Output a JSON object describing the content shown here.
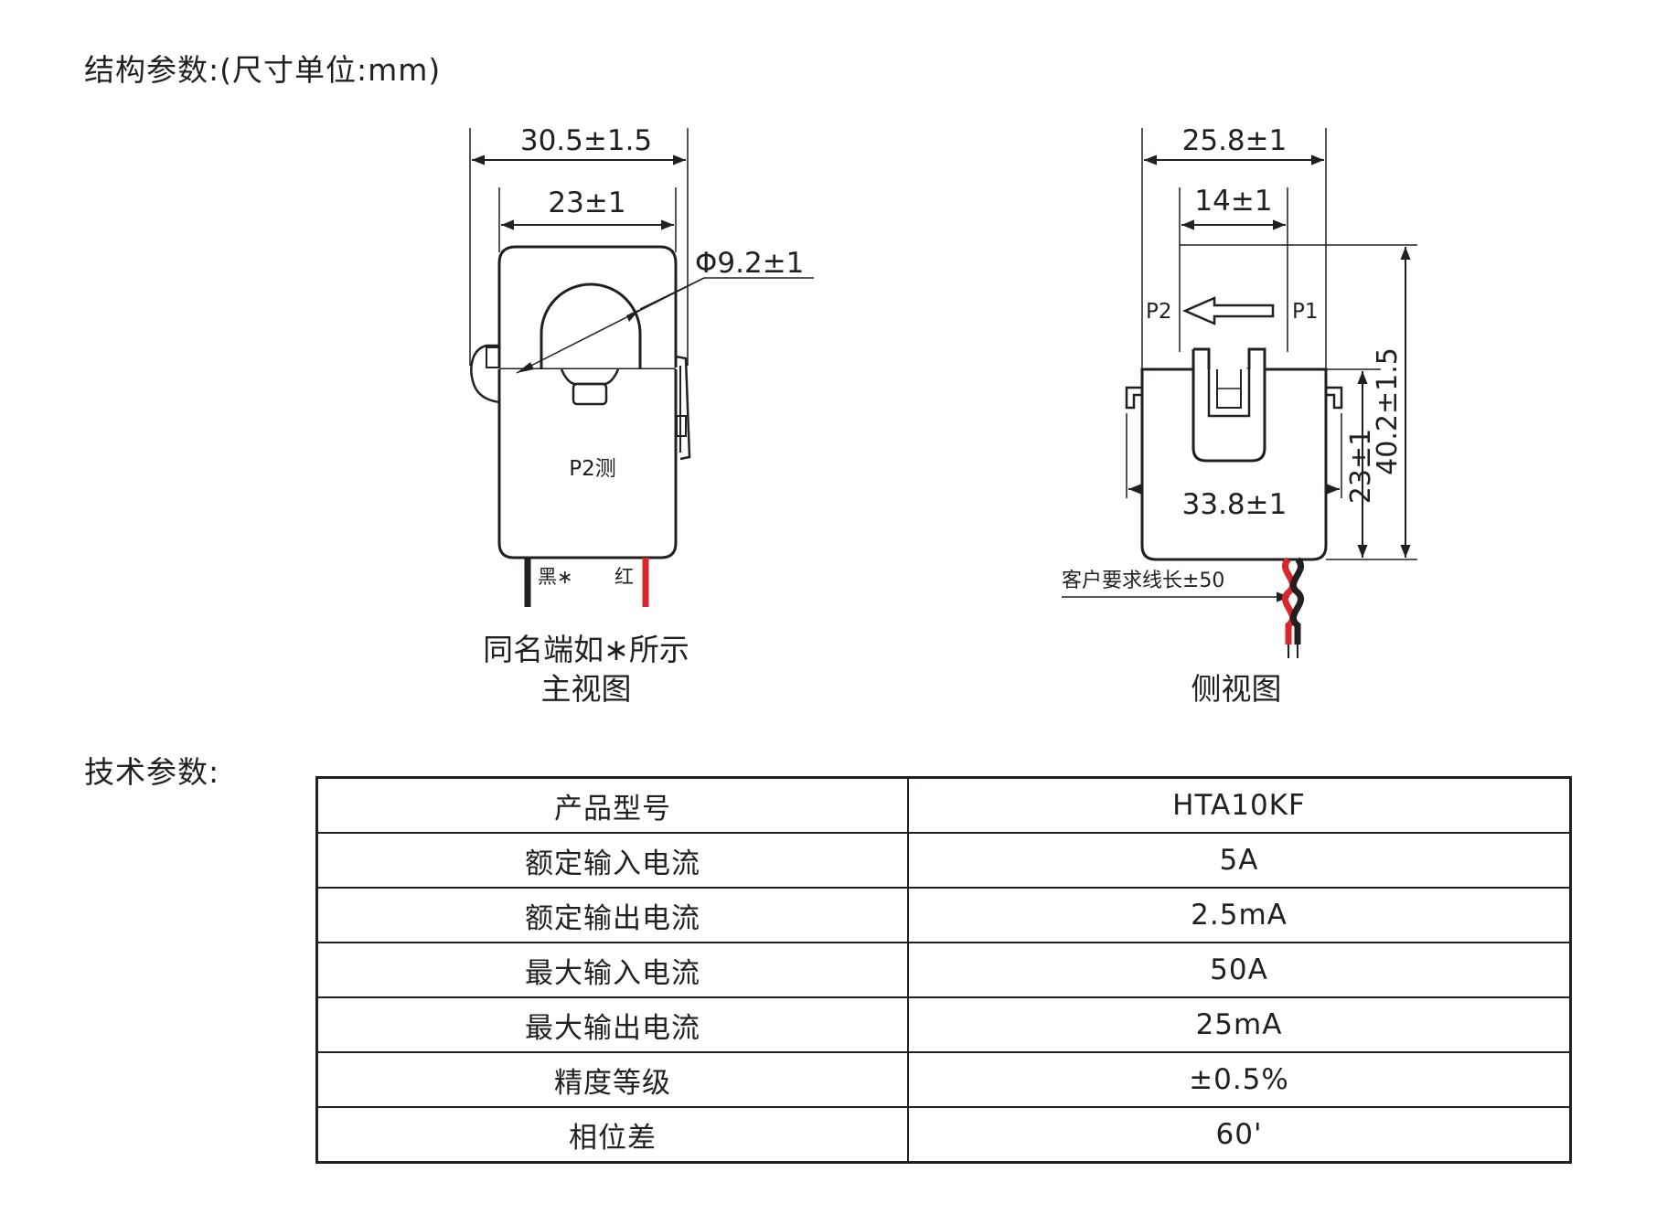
{
  "structure_heading": "结构参数:(尺寸单位:mm)",
  "tech_heading": "技术参数:",
  "front_view": {
    "dim_outer_width": "30.5±1.5",
    "dim_inner_width": "23±1",
    "dim_hole": "Φ9.2±1",
    "label_terminal": "P2测",
    "label_black": "黑∗",
    "label_red": "红",
    "note": "同名端如∗所示",
    "caption": "主视图"
  },
  "side_view": {
    "dim_top_width": "25.8±1",
    "dim_inner_width": "14±1",
    "label_p2": "P2",
    "label_p1": "P1",
    "dim_body_width": "33.8±1",
    "dim_body_height": "23±1",
    "dim_total_height": "40.2±1.5",
    "wire_note": "客户要求线长±50",
    "caption": "侧视图"
  },
  "colors": {
    "line": "#231f20",
    "wire_red": "#d9262b",
    "wire_black": "#231f20",
    "body_fill": "#ffffff"
  },
  "spec_table": [
    {
      "name": "产品型号",
      "value": "HTA10KF"
    },
    {
      "name": "额定输入电流",
      "value": "5A"
    },
    {
      "name": "额定输出电流",
      "value": "2.5mA"
    },
    {
      "name": "最大输入电流",
      "value": "50A"
    },
    {
      "name": "最大输出电流",
      "value": "25mA"
    },
    {
      "name": "精度等级",
      "value": "±0.5%"
    },
    {
      "name": "相位差",
      "value": "60'"
    }
  ]
}
